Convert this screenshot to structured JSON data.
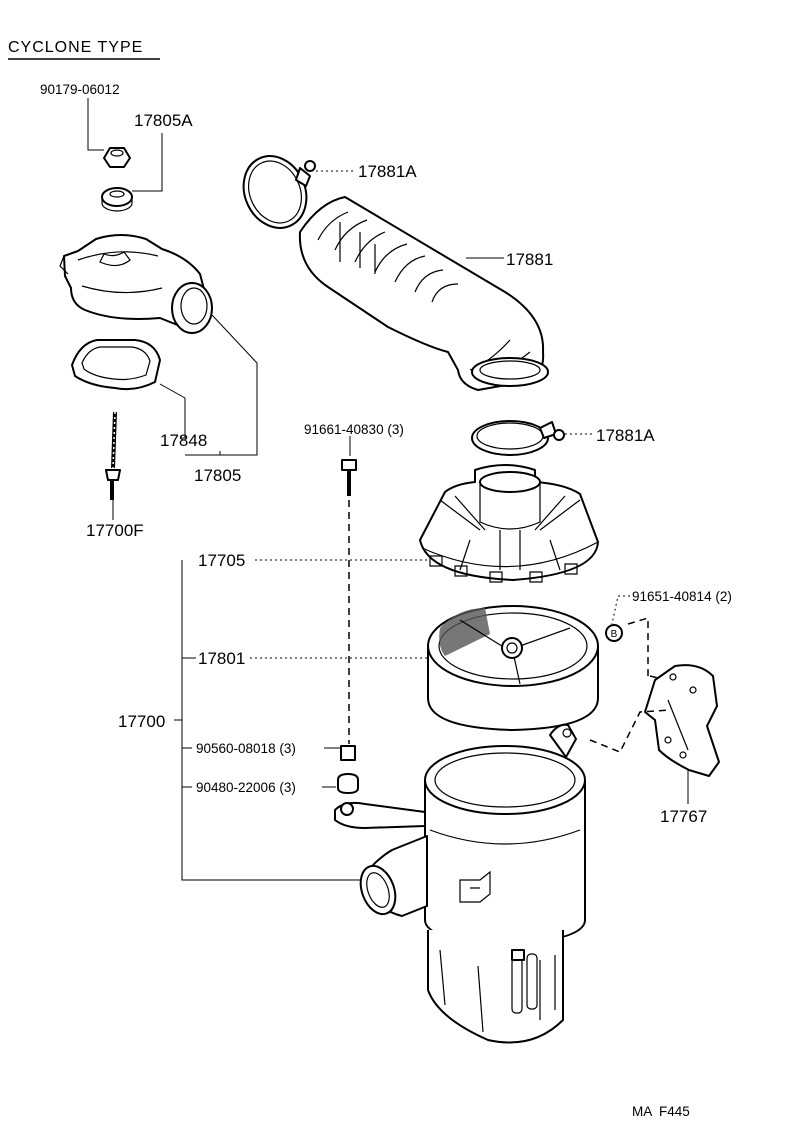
{
  "title": "CYCLONE TYPE",
  "footer_code": "MA  F445",
  "callouts": {
    "c90179": "90179-06012",
    "c17805A": "17805A",
    "c17881A_top": "17881A",
    "c17881": "17881",
    "c17881A_mid": "17881A",
    "c91661": "91661-40830 (3)",
    "c17848": "17848",
    "c17805": "17805",
    "c17700F": "17700F",
    "c17705": "17705",
    "c91651": "91651-40814 (2)",
    "c17801": "17801",
    "c17700": "17700",
    "c90560": "90560-08018 (3)",
    "c90480": "90480-22006 (3)",
    "c17767": "17767"
  },
  "markers": {
    "b_marker": "B"
  }
}
